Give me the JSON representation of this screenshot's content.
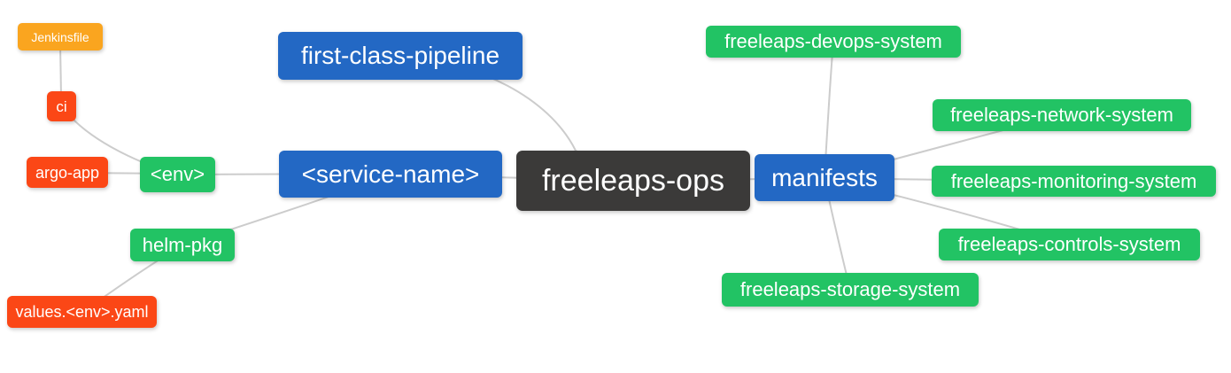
{
  "diagram": {
    "type": "mindmap",
    "background": "#FFFFFF",
    "edge_color": "#CCCCCC",
    "colors": {
      "root": "#3B3A39",
      "branch_blue": "#2368C4",
      "leaf_green": "#22C364",
      "leaf_red": "#FB4716",
      "leaf_orange": "#FAA51F",
      "text": "#FFFFFF"
    },
    "nodes": {
      "root": {
        "label": "freeleaps-ops",
        "color": "dark"
      },
      "first_class_pipeline": {
        "label": "first-class-pipeline",
        "color": "blue"
      },
      "service_name": {
        "label": "<service-name>",
        "color": "blue"
      },
      "manifests": {
        "label": "manifests",
        "color": "blue"
      },
      "env": {
        "label": "<env>",
        "color": "green"
      },
      "helm_pkg": {
        "label": "helm-pkg",
        "color": "green"
      },
      "ci": {
        "label": "ci",
        "color": "red"
      },
      "argo_app": {
        "label": "argo-app",
        "color": "red"
      },
      "jenkinsfile": {
        "label": "Jenkinsfile",
        "color": "orange"
      },
      "values_env_yaml": {
        "label": "values.<env>.yaml",
        "color": "red"
      },
      "devops_system": {
        "label": "freeleaps-devops-system",
        "color": "green"
      },
      "network_system": {
        "label": "freeleaps-network-system",
        "color": "green"
      },
      "monitoring_system": {
        "label": "freeleaps-monitoring-system",
        "color": "green"
      },
      "controls_system": {
        "label": "freeleaps-controls-system",
        "color": "green"
      },
      "storage_system": {
        "label": "freeleaps-storage-system",
        "color": "green"
      }
    },
    "edges": [
      [
        "jenkinsfile",
        "ci"
      ],
      [
        "ci",
        "env"
      ],
      [
        "argo_app",
        "env"
      ],
      [
        "env",
        "service_name"
      ],
      [
        "helm_pkg",
        "service_name"
      ],
      [
        "values_env_yaml",
        "helm_pkg"
      ],
      [
        "first_class_pipeline",
        "root"
      ],
      [
        "service_name",
        "root"
      ],
      [
        "root",
        "manifests"
      ],
      [
        "manifests",
        "devops_system"
      ],
      [
        "manifests",
        "network_system"
      ],
      [
        "manifests",
        "monitoring_system"
      ],
      [
        "manifests",
        "controls_system"
      ],
      [
        "manifests",
        "storage_system"
      ]
    ]
  }
}
